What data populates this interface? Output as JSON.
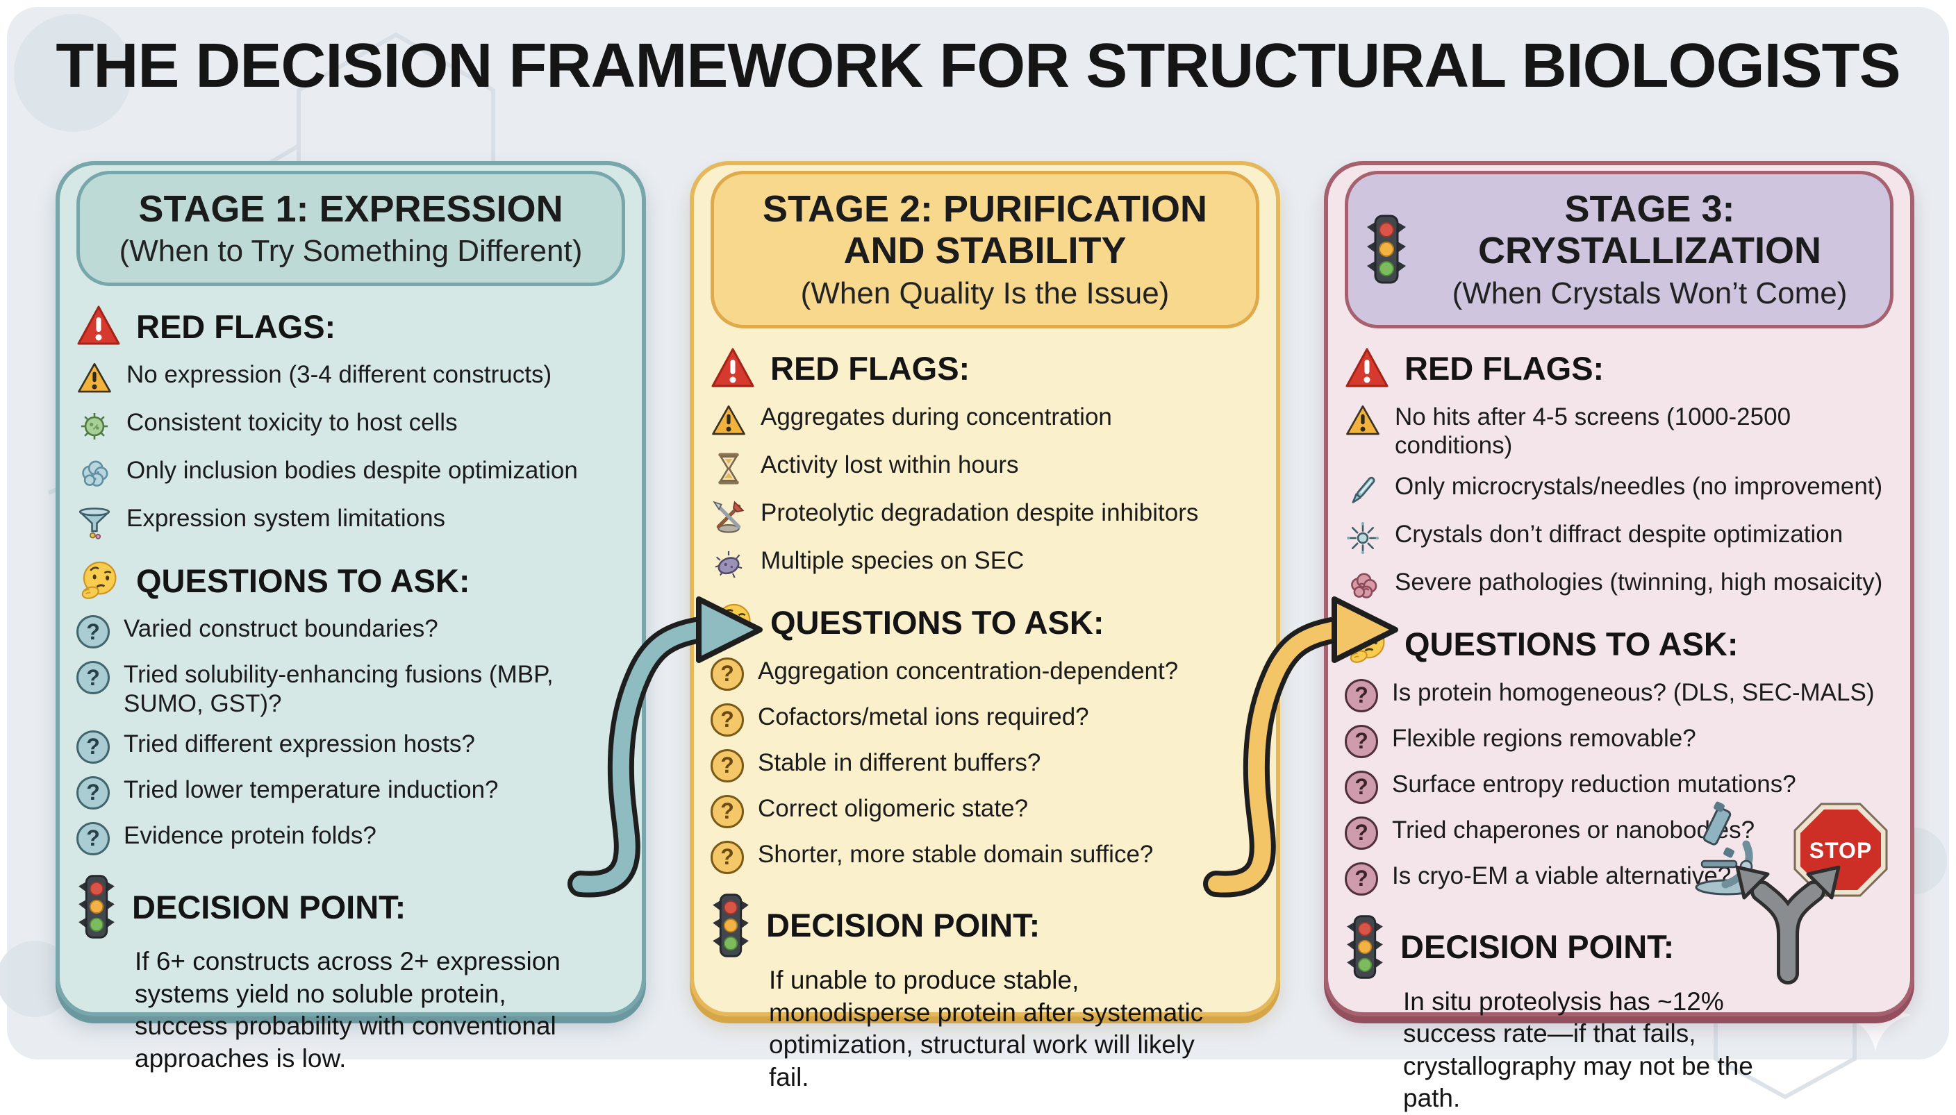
{
  "title": "THE DECISION FRAMEWORK FOR STRUCTURAL BIOLOGISTS",
  "glyphs": {
    "question": "?"
  },
  "palette": {
    "background": "#e9edf2",
    "red_flag_triangle": "#d63a2e",
    "warning_triangle": "#f2b33d",
    "stop_sign": "#cd2f27",
    "stage1": {
      "body": "#d6e8e5",
      "header": "#bedad6",
      "border": "#77a6ab",
      "arrow": "#8fbcc1",
      "question_fill": "#a9cdd2"
    },
    "stage2": {
      "body": "#fbf0cc",
      "header": "#f7d88c",
      "border": "#e6b85c",
      "arrow": "#f3c567",
      "question_fill": "#f4c868"
    },
    "stage3": {
      "body": "#f3e5ea",
      "header": "#cfc5df",
      "border": "#a5616f",
      "question_fill": "#cf9cad"
    }
  },
  "stages": [
    {
      "header": {
        "title": "STAGE 1: EXPRESSION",
        "subtitle": "(When to Try Something Different)"
      },
      "red_flags": {
        "heading": "RED FLAGS:",
        "items": [
          {
            "icon": "warning-triangle-icon",
            "text": "No expression (3-4 different constructs)"
          },
          {
            "icon": "toxic-cell-icon",
            "text": "Consistent toxicity to host cells"
          },
          {
            "icon": "inclusion-bodies-icon",
            "text": "Only inclusion bodies despite optimization"
          },
          {
            "icon": "funnel-icon",
            "text": "Expression system limitations"
          }
        ]
      },
      "questions": {
        "heading": "QUESTIONS TO ASK:",
        "items": [
          {
            "icon": "question-circle-icon",
            "text": "Varied construct boundaries?"
          },
          {
            "icon": "question-circle-icon",
            "text": "Tried solubility-enhancing fusions (MBP, SUMO, GST)?"
          },
          {
            "icon": "question-circle-icon",
            "text": "Tried different expression hosts?"
          },
          {
            "icon": "question-circle-icon",
            "text": "Tried lower temperature induction?"
          },
          {
            "icon": "question-circle-icon",
            "text": "Evidence protein folds?"
          }
        ]
      },
      "decision": {
        "heading": "DECISION POINT:",
        "text": "If 6+ constructs across 2+ expression systems yield no soluble protein, success probability with conventional approaches is low."
      }
    },
    {
      "header": {
        "title": "STAGE 2: PURIFICATION AND STABILITY",
        "subtitle": "(When Quality Is the Issue)"
      },
      "red_flags": {
        "heading": "RED FLAGS:",
        "items": [
          {
            "icon": "warning-triangle-icon",
            "text": "Aggregates during concentration"
          },
          {
            "icon": "hourglass-icon",
            "text": "Activity lost within hours"
          },
          {
            "icon": "crossed-tools-icon",
            "text": "Proteolytic degradation despite inhibitors"
          },
          {
            "icon": "microbe-icon",
            "text": "Multiple species on SEC"
          }
        ]
      },
      "questions": {
        "heading": "QUESTIONS TO ASK:",
        "items": [
          {
            "icon": "question-circle-icon",
            "text": "Aggregation concentration-dependent?"
          },
          {
            "icon": "question-circle-icon",
            "text": "Cofactors/metal ions required?"
          },
          {
            "icon": "question-circle-icon",
            "text": "Stable in different buffers?"
          },
          {
            "icon": "question-circle-icon",
            "text": "Correct oligomeric state?"
          },
          {
            "icon": "question-circle-icon",
            "text": "Shorter, more stable domain suffice?"
          }
        ]
      },
      "decision": {
        "heading": "DECISION POINT:",
        "text": "If unable to produce stable, monodisperse protein after systematic optimization, structural work will likely fail."
      }
    },
    {
      "header": {
        "title": "STAGE 3: CRYSTALLIZATION",
        "subtitle": "(When Crystals Won’t Come)"
      },
      "red_flags": {
        "heading": "RED FLAGS:",
        "items": [
          {
            "icon": "warning-triangle-icon",
            "text": "No hits after 4-5 screens (1000-2500 conditions)"
          },
          {
            "icon": "needle-icon",
            "text": "Only microcrystals/needles (no improvement)"
          },
          {
            "icon": "diffraction-burst-icon",
            "text": "Crystals don’t diffract despite optimization"
          },
          {
            "icon": "brain-icon",
            "text": "Severe pathologies (twinning, high mosaicity)"
          }
        ]
      },
      "questions": {
        "heading": "QUESTIONS TO ASK:",
        "items": [
          {
            "icon": "question-circle-icon",
            "text": "Is protein homogeneous? (DLS, SEC-MALS)"
          },
          {
            "icon": "question-circle-icon",
            "text": "Flexible regions removable?"
          },
          {
            "icon": "question-circle-icon",
            "text": "Surface entropy reduction mutations?"
          },
          {
            "icon": "question-circle-icon",
            "text": "Tried chaperones or nanobodies?"
          },
          {
            "icon": "question-circle-icon",
            "text": "Is cryo-EM a viable alternative?"
          }
        ]
      },
      "decision": {
        "heading": "DECISION POINT:",
        "text": "In situ proteolysis has ~12% success rate—if that fails, crystallography may not be the path."
      },
      "graphic": {
        "icons": [
          "microscope-icon",
          "stop-sign-icon",
          "fork-arrow-icon"
        ],
        "stop_label": "STOP"
      }
    }
  ]
}
